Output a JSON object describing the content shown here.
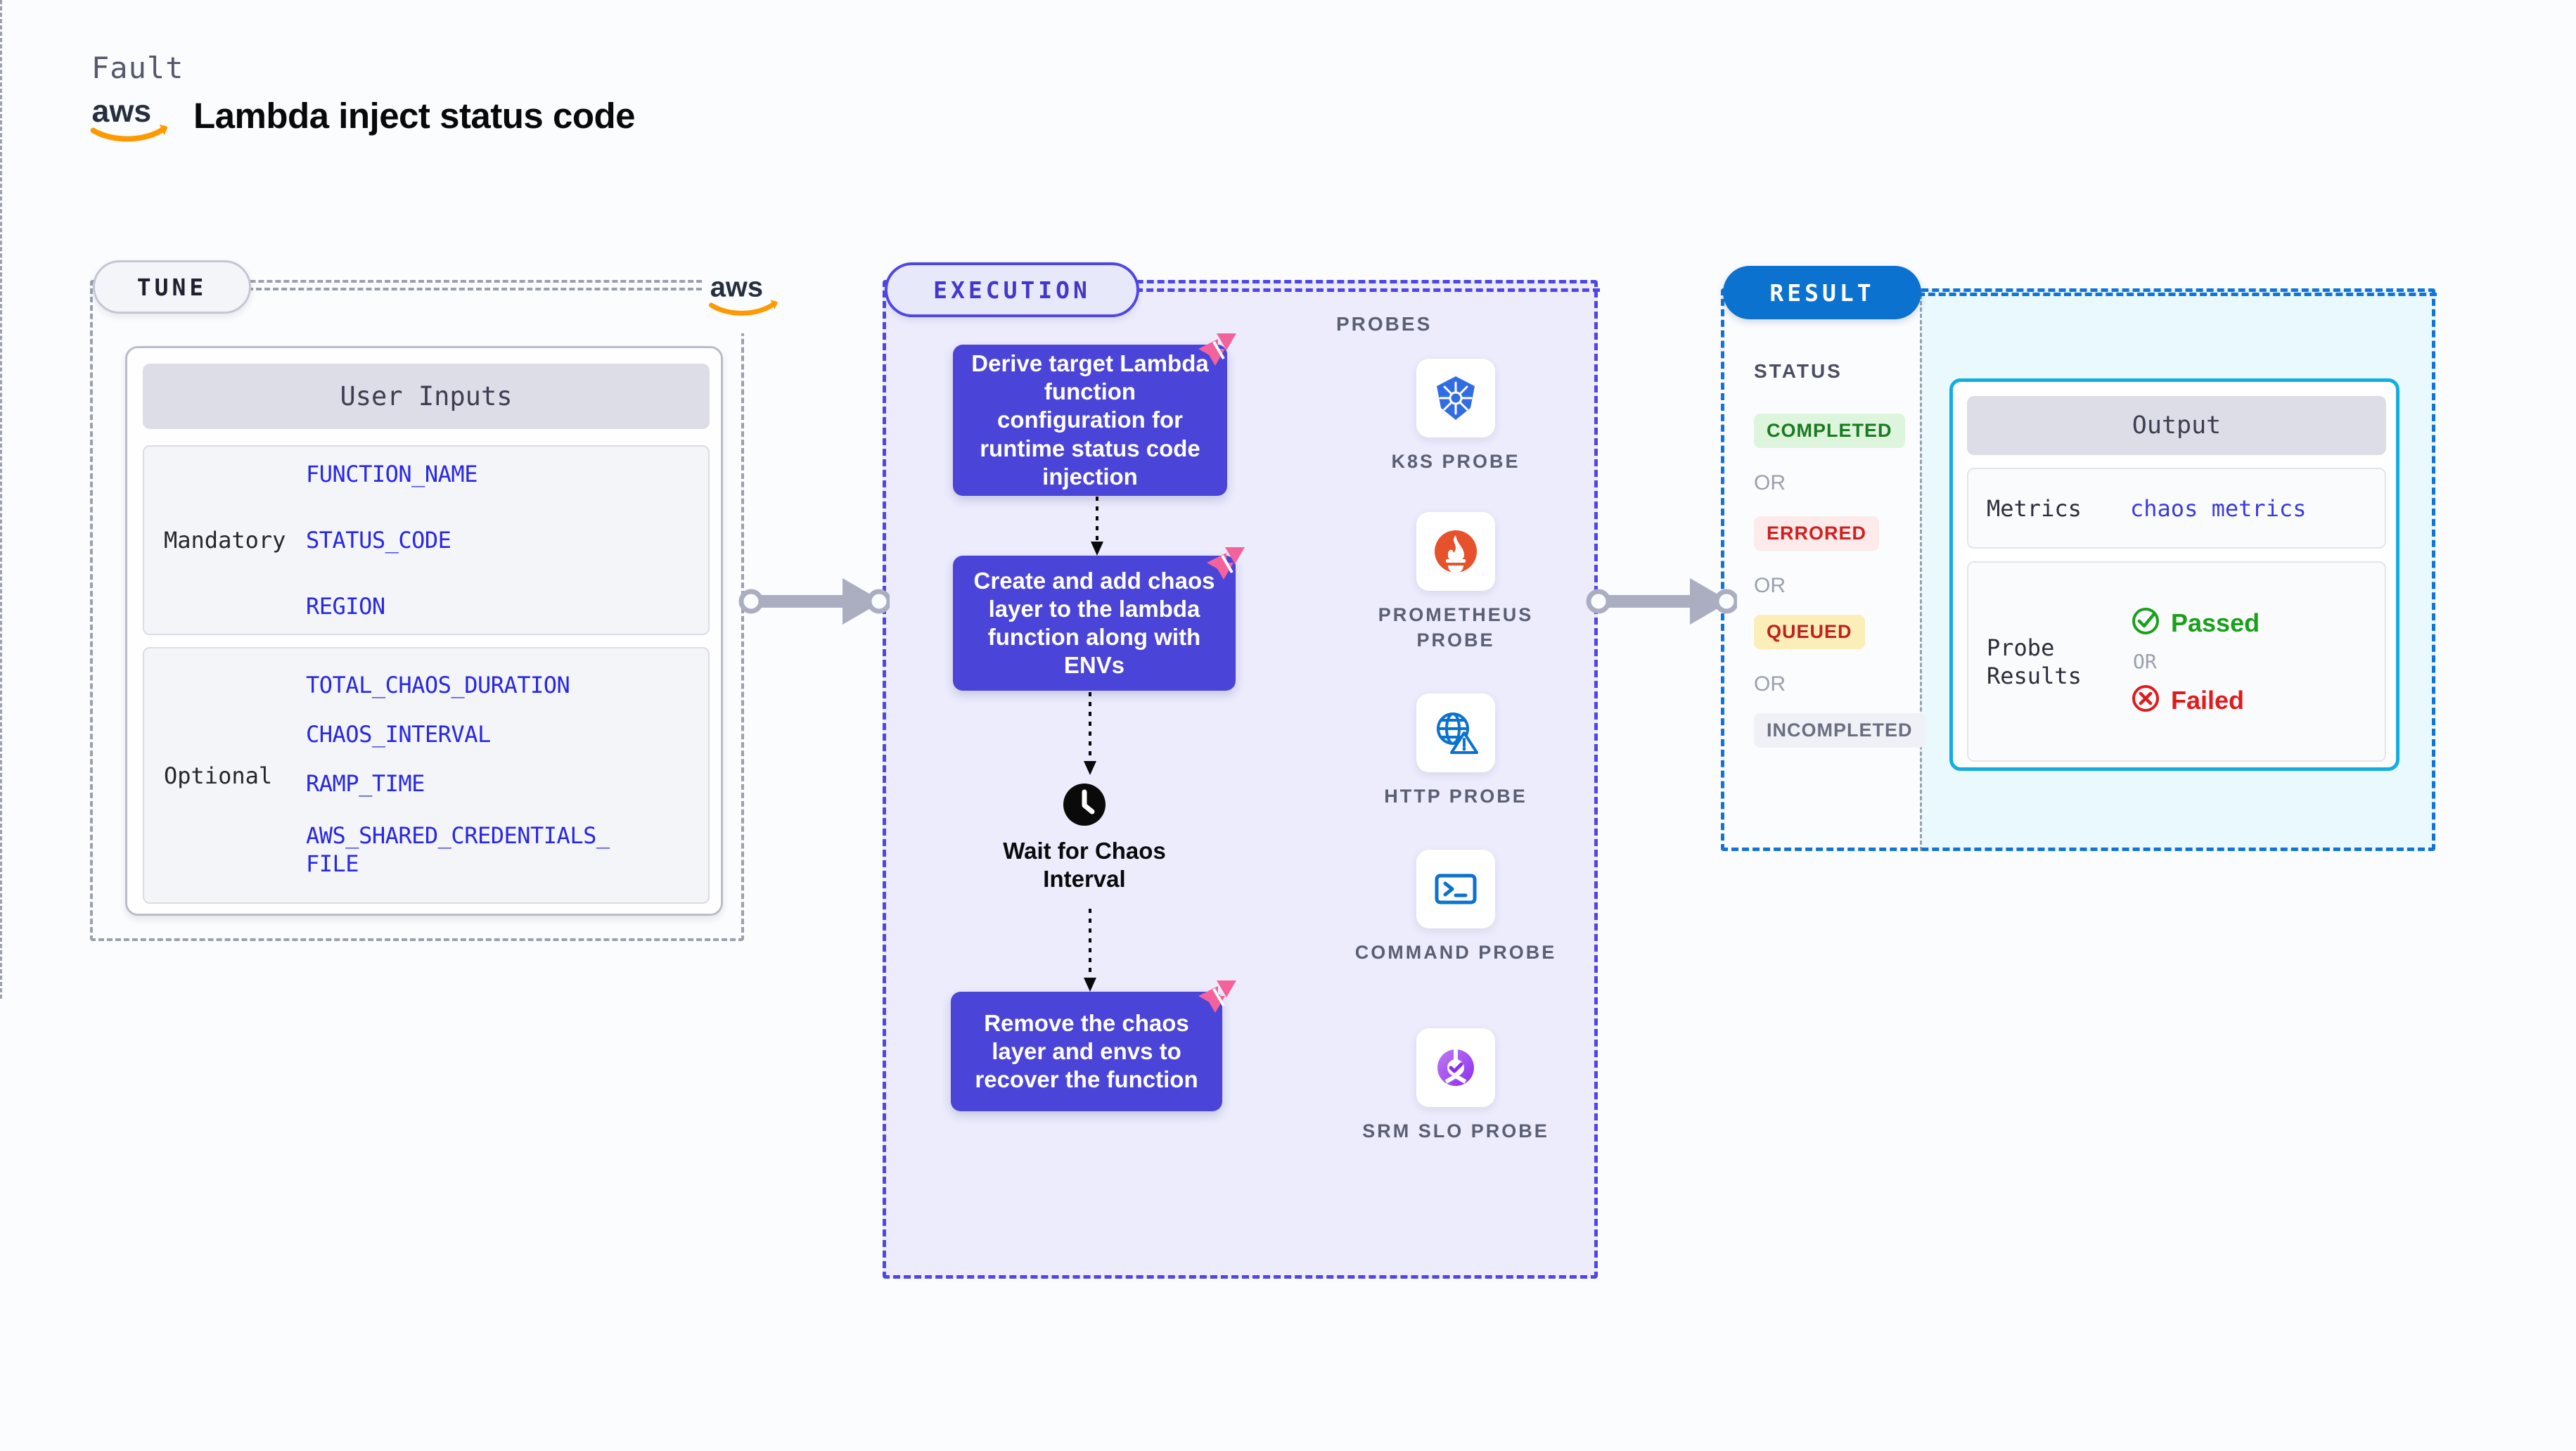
{
  "header": {
    "eyebrow": "Fault",
    "logo": "aws-logo",
    "title": "Lambda inject status code"
  },
  "tune": {
    "pill_label": "TUNE",
    "edge_logo": "aws-logo",
    "card": {
      "band_title": "User Inputs",
      "groups": [
        {
          "label": "Mandatory",
          "values": [
            "FUNCTION_NAME",
            "STATUS_CODE",
            "REGION"
          ]
        },
        {
          "label": "Optional",
          "values": [
            "TOTAL_CHAOS_DURATION",
            "CHAOS_INTERVAL",
            "RAMP_TIME",
            "AWS_SHARED_CREDENTIALS_\nFILE"
          ]
        }
      ]
    }
  },
  "execution": {
    "pill_label": "EXECUTION",
    "steps": [
      {
        "text": "Derive target Lambda function configuration for runtime status code injection",
        "badge": "litmus-logo-icon"
      },
      {
        "text": "Create and add chaos layer to the lambda function along with ENVs",
        "badge": "litmus-logo-icon"
      }
    ],
    "wait": {
      "icon": "clock-icon",
      "label": "Wait for Chaos Interval"
    },
    "final_step": {
      "text": "Remove the chaos layer and envs to recover the function",
      "badge": "litmus-logo-icon"
    }
  },
  "probes": {
    "title": "PROBES",
    "items": [
      {
        "name": "K8S PROBE",
        "icon": "kubernetes-icon"
      },
      {
        "name": "PROMETHEUS PROBE",
        "icon": "prometheus-icon"
      },
      {
        "name": "HTTP PROBE",
        "icon": "http-globe-warning-icon"
      },
      {
        "name": "COMMAND PROBE",
        "icon": "terminal-icon"
      },
      {
        "name": "SRM SLO PROBE",
        "icon": "srm-slo-donut-check-icon"
      }
    ]
  },
  "result": {
    "pill_label": "RESULT",
    "status_title": "STATUS",
    "or_label": "OR",
    "statuses": [
      {
        "label": "COMPLETED",
        "bg": "#ddf5dc",
        "fg": "#1a7a1f"
      },
      {
        "label": "ERRORED",
        "bg": "#fdeaea",
        "fg": "#cf2020"
      },
      {
        "label": "QUEUED",
        "bg": "#fbeeb8",
        "fg": "#c22020"
      },
      {
        "label": "INCOMPLETED",
        "bg": "#f0f1f6",
        "fg": "#6a6e80"
      }
    ],
    "output": {
      "band_title": "Output",
      "metrics_label": "Metrics",
      "metrics_value": "chaos metrics",
      "probe_results_label": "Probe Results",
      "passed_label": "Passed",
      "failed_label": "Failed",
      "or_label": "OR",
      "passed_icon": "check-circle-icon",
      "failed_icon": "x-circle-icon"
    }
  },
  "connectors": {
    "tune_to_execution": "arrow-right",
    "execution_to_result": "arrow-right"
  },
  "colors": {
    "tune_accent": "#9aa0ae",
    "execution_accent": "#4f46e5",
    "result_accent": "#1473d6",
    "output_accent": "#12aee2",
    "step_fill": "#4b44d8",
    "litmus_pink": "#f4629b",
    "input_var": "#2727e6"
  }
}
